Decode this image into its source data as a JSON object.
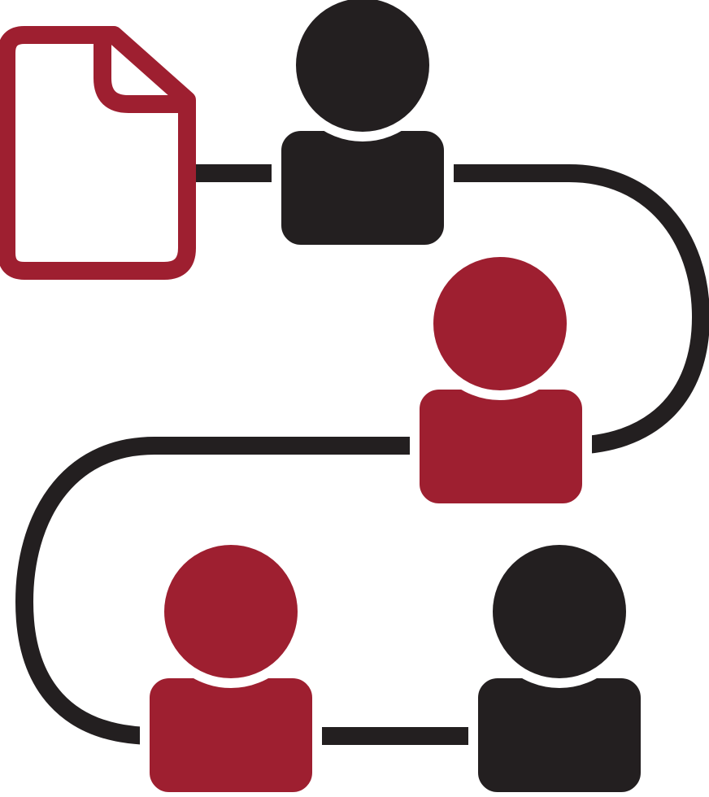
{
  "colors": {
    "accent": "#9e1f30",
    "dark": "#231f20",
    "background": "#ffffff"
  },
  "icons": {
    "document": "document-icon",
    "person": "person-icon",
    "path": "workflow-path"
  },
  "workflow": {
    "document": {
      "color": "accent"
    },
    "people": [
      {
        "name": "person-1",
        "color": "dark"
      },
      {
        "name": "person-2",
        "color": "accent"
      },
      {
        "name": "person-3",
        "color": "dark"
      },
      {
        "name": "person-4",
        "color": "accent"
      }
    ]
  }
}
